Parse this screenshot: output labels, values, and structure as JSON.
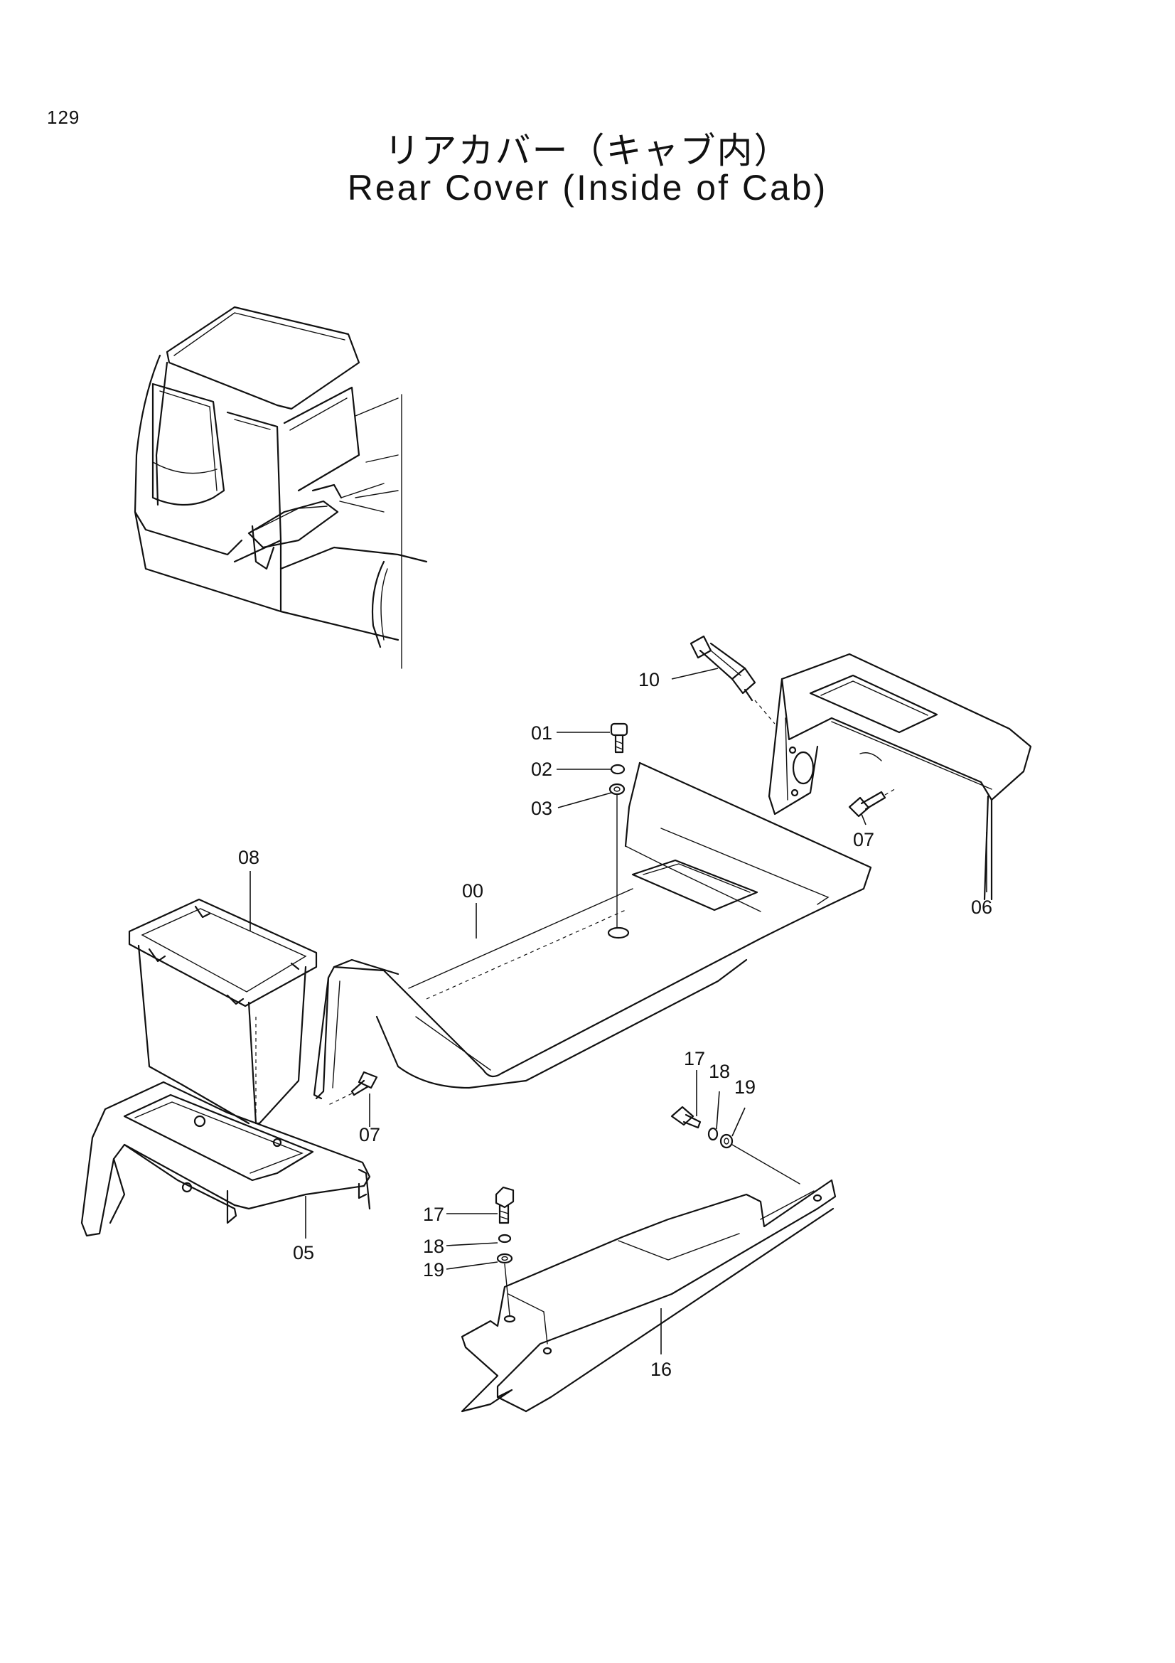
{
  "page_number": "129",
  "title_japanese": "リアカバー（キャブ内）",
  "title_english": "Rear Cover (Inside of Cab)",
  "callouts": [
    {
      "id": "c10",
      "text": "10"
    },
    {
      "id": "c01",
      "text": "01"
    },
    {
      "id": "c02",
      "text": "02"
    },
    {
      "id": "c03",
      "text": "03"
    },
    {
      "id": "c07a",
      "text": "07"
    },
    {
      "id": "c06",
      "text": "06"
    },
    {
      "id": "c08",
      "text": "08"
    },
    {
      "id": "c00",
      "text": "00"
    },
    {
      "id": "c07b",
      "text": "07"
    },
    {
      "id": "c05",
      "text": "05"
    },
    {
      "id": "c17a",
      "text": "17"
    },
    {
      "id": "c18a",
      "text": "18"
    },
    {
      "id": "c19a",
      "text": "19"
    },
    {
      "id": "c17b",
      "text": "17"
    },
    {
      "id": "c18b",
      "text": "18"
    },
    {
      "id": "c19b",
      "text": "19"
    },
    {
      "id": "c16",
      "text": "16"
    }
  ]
}
